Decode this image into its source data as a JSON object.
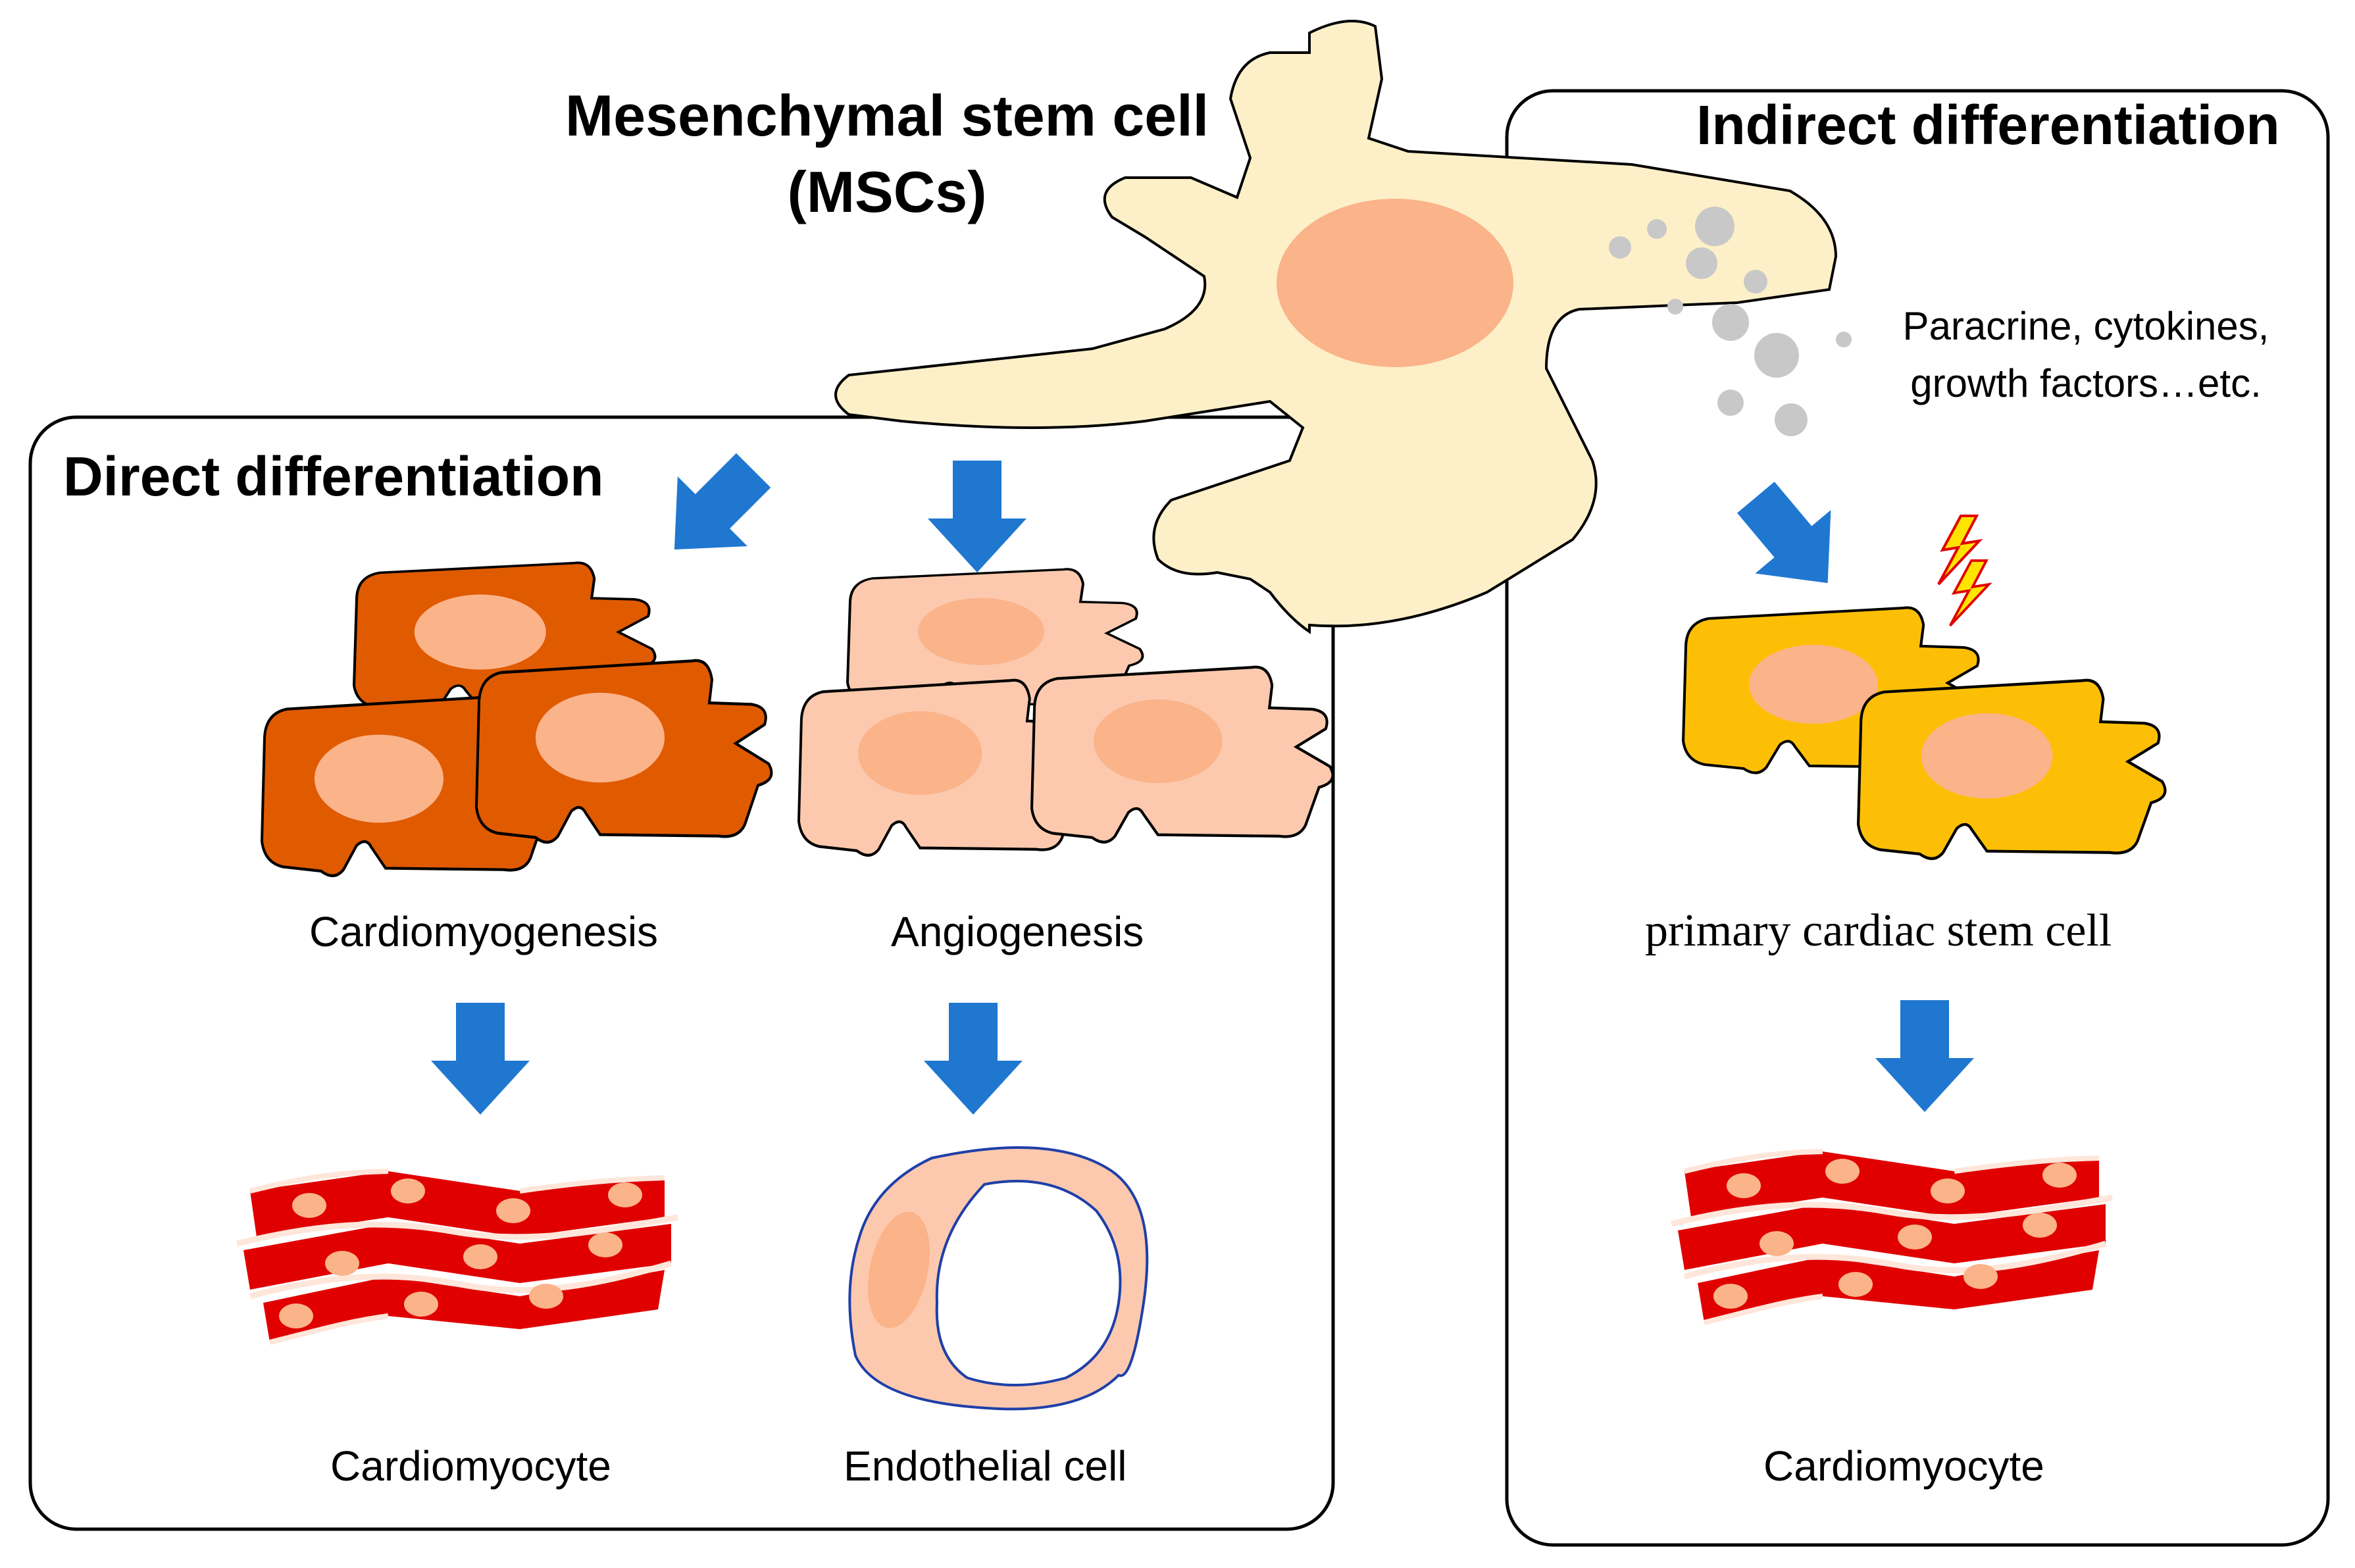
{
  "title": {
    "line1": "Mesenchymal stem cell",
    "line2": "(MSCs)"
  },
  "direct": {
    "heading": "Direct differentiation",
    "left_process": "Cardiomyogenesis",
    "right_process": "Angiogenesis",
    "left_result": "Cardiomyocyte",
    "right_result": "Endothelial cell"
  },
  "indirect": {
    "heading": "Indirect differentiation",
    "signals_line1": "Paracrine, cytokines,",
    "signals_line2": "growth factors…etc.",
    "intermediate": "primary cardiac stem cell",
    "result": "Cardiomyocyte"
  },
  "colors": {
    "msc_body": "#fdf0c8",
    "msc_nucleus": "#fbb38a",
    "cardiomyogenic_cell": "#e05a00",
    "angiogenic_cell": "#fcc9ae",
    "cardiac_stem_cell": "#fdbf05",
    "muscle_fiber": "#e00000",
    "arrow": "#1f77d0",
    "secreted_particle": "#c8c8c8",
    "spark": "#ffe400"
  }
}
